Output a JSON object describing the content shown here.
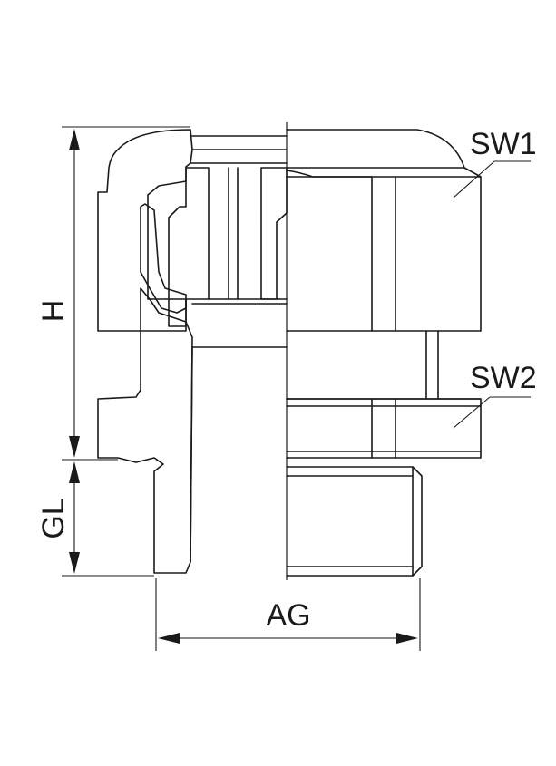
{
  "labels": {
    "sw1": "SW1",
    "sw2": "SW2",
    "h": "H",
    "gl": "GL",
    "ag": "AG"
  },
  "colors": {
    "line": "#1a1a1a",
    "background": "#ffffff"
  }
}
